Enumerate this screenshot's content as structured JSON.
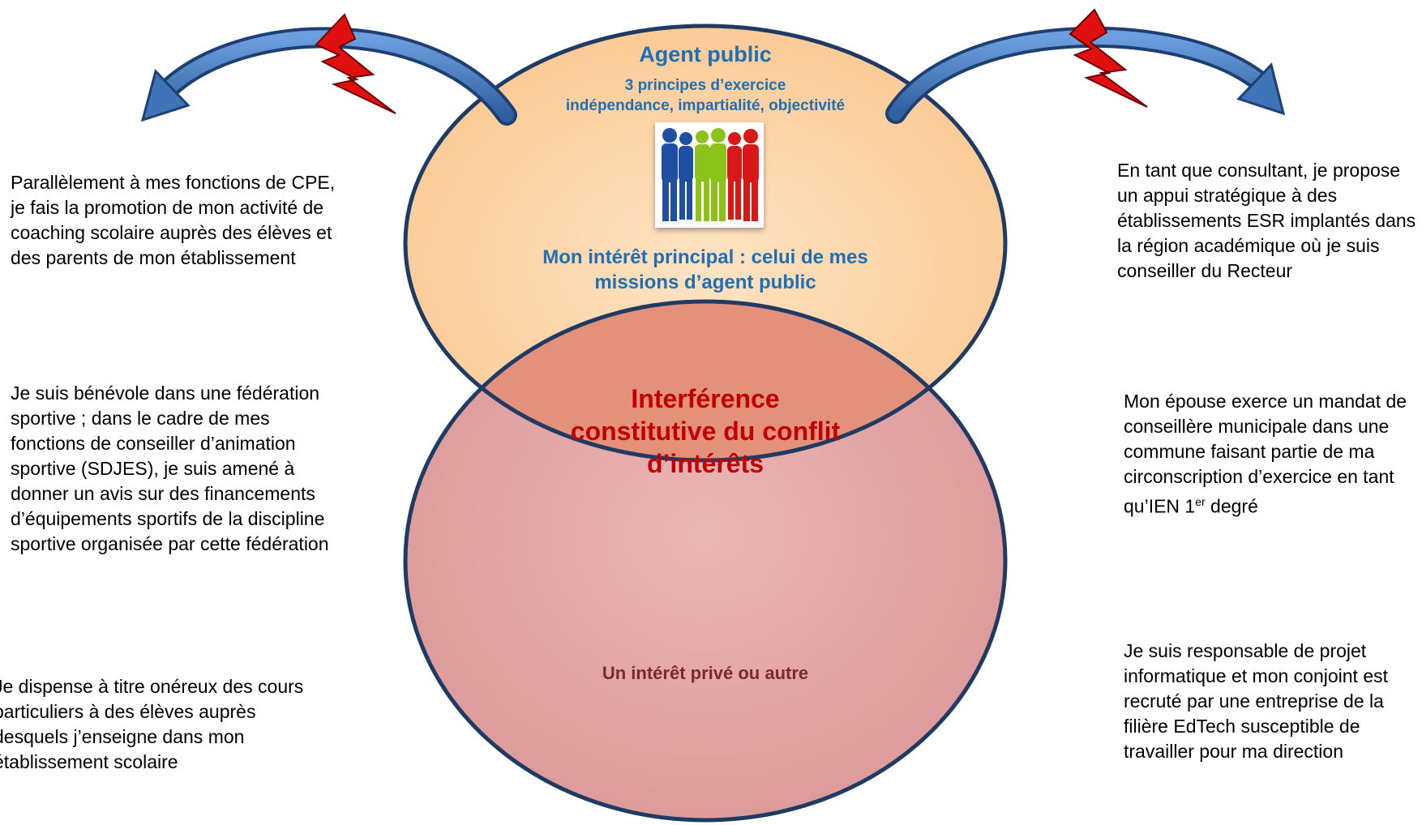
{
  "top_circle": {
    "title": "Agent public",
    "subtitle": "3 principes d’exercice",
    "principles": "indépendance, impartialité, objectivité",
    "main_interest": "Mon intérêt principal : celui de mes missions d’agent public",
    "image_icon": "group-of-people-icon"
  },
  "overlap": {
    "label": "Interférence constitutive du conflit d’intérêts"
  },
  "bottom_circle": {
    "label": "Un intérêt privé ou autre"
  },
  "left_examples": [
    "Parallèlement à mes fonctions de CPE, je fais la promotion de mon activité de coaching scolaire auprès des élèves et des parents de mon établissement",
    "Je suis bénévole dans une fédération sportive ; dans le cadre de mes fonctions de conseiller d’animation sportive (SDJES), je suis amené à donner un avis sur des financements d’équipements sportifs de la discipline sportive organisée par cette fédération",
    "Je dispense à titre onéreux des cours particuliers à des élèves auprès desquels j’enseigne dans mon établissement scolaire"
  ],
  "right_examples": {
    "ex1": "En tant que consultant, je propose un appui stratégique à des établissements ESR implantés dans la région académique où je suis conseiller du Recteur",
    "ex2_before": "Mon épouse exerce un mandat de conseillère municipale dans une commune faisant partie de ma circonscription d’exercice en tant qu’IEN 1",
    "ex2_sup": "er",
    "ex2_after": " degré",
    "ex3": "Je suis responsable de projet informatique et mon conjoint est recruté par une entreprise de la filière EdTech susceptible de travailler pour ma direction"
  },
  "icons": [
    "left-curved-arrow-icon",
    "right-curved-arrow-icon",
    "lightning-bolt-icon"
  ],
  "colors": {
    "top_circle_fill": "#fcd5ac",
    "bottom_circle_fill": "#e6aaaa",
    "overlap_fill": "#e3917a",
    "circle_stroke": "#1f3b63",
    "heading_blue": "#1f6fb2",
    "overlap_text": "#c00000",
    "bottom_text": "#7a2a2a",
    "arrow_blue": "#4a7fc1",
    "bolt_red": "#e01010"
  }
}
